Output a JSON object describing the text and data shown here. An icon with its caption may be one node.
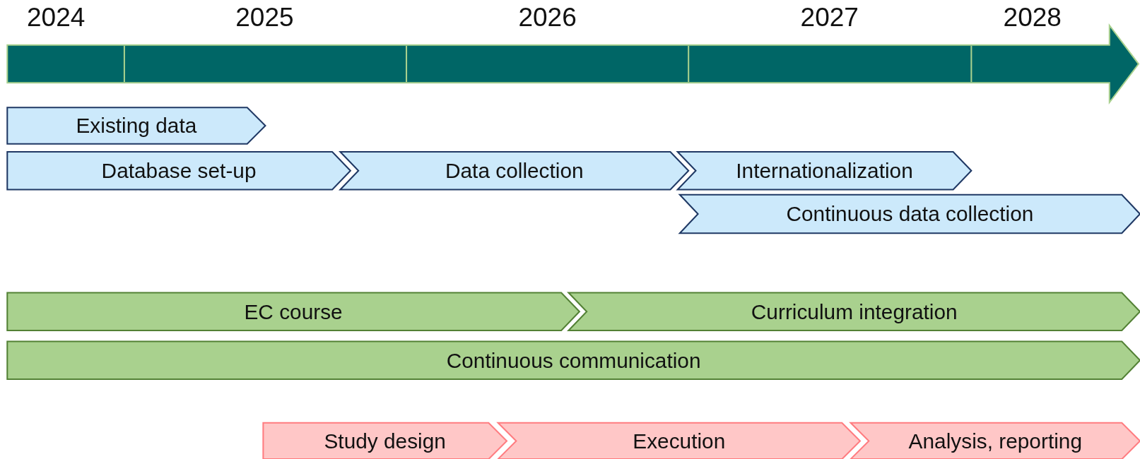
{
  "diagram": {
    "nodes": [
      {
        "text": [
          "Existing data"
        ]
      },
      {
        "text": [
          "Database set-up"
        ]
      },
      {
        "text": [
          "Data collection"
        ]
      },
      {
        "text": [
          "Internationalization"
        ]
      },
      {
        "text": [
          "Continuous data collection"
        ]
      },
      {
        "text": [
          "EC course"
        ]
      },
      {
        "text": [
          "Curriculum integration"
        ]
      },
      {
        "text": [
          "Continuous communication"
        ]
      },
      {
        "text": [
          "Study design"
        ]
      },
      {
        "text": [
          "Execution"
        ]
      },
      {
        "text": [
          "Analysis, reporting"
        ]
      }
    ],
    "labels": [
      "2024",
      "2025",
      "2026",
      "2027",
      "2028"
    ]
  }
}
